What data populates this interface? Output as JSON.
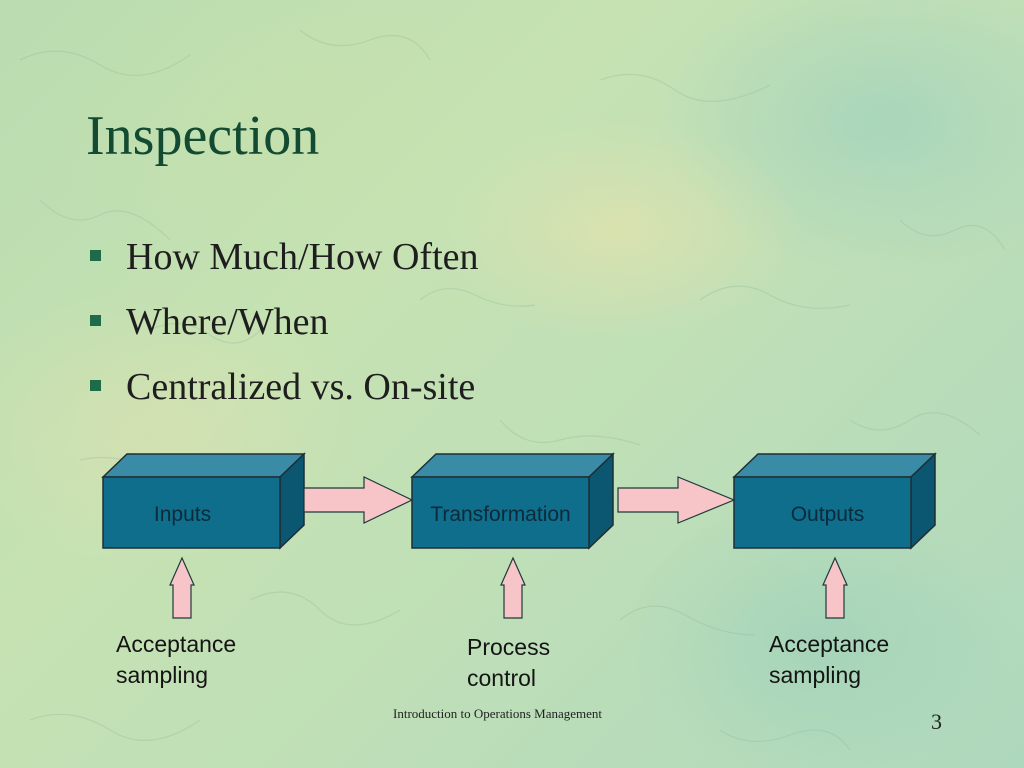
{
  "slide": {
    "title": "Inspection",
    "bullets": [
      {
        "label": "How Much/How Often"
      },
      {
        "label": "Where/When"
      },
      {
        "label": "Centralized vs. On-site"
      }
    ]
  },
  "diagram": {
    "stages": [
      {
        "label": "Inputs"
      },
      {
        "label": "Transformation"
      },
      {
        "label": "Outputs"
      }
    ],
    "inspections": [
      {
        "label": "Acceptance\nsampling"
      },
      {
        "label": "Process\ncontrol"
      },
      {
        "label": "Acceptance\nsampling"
      }
    ],
    "colors": {
      "box_front": "#0f6e8c",
      "box_top": "#3a8ca6",
      "box_side": "#0b5670",
      "arrow_fill": "#f7c4c8",
      "arrow_stroke": "#1e3a3a"
    }
  },
  "footer": {
    "text": "Introduction to Operations Management",
    "page_number": "3"
  }
}
